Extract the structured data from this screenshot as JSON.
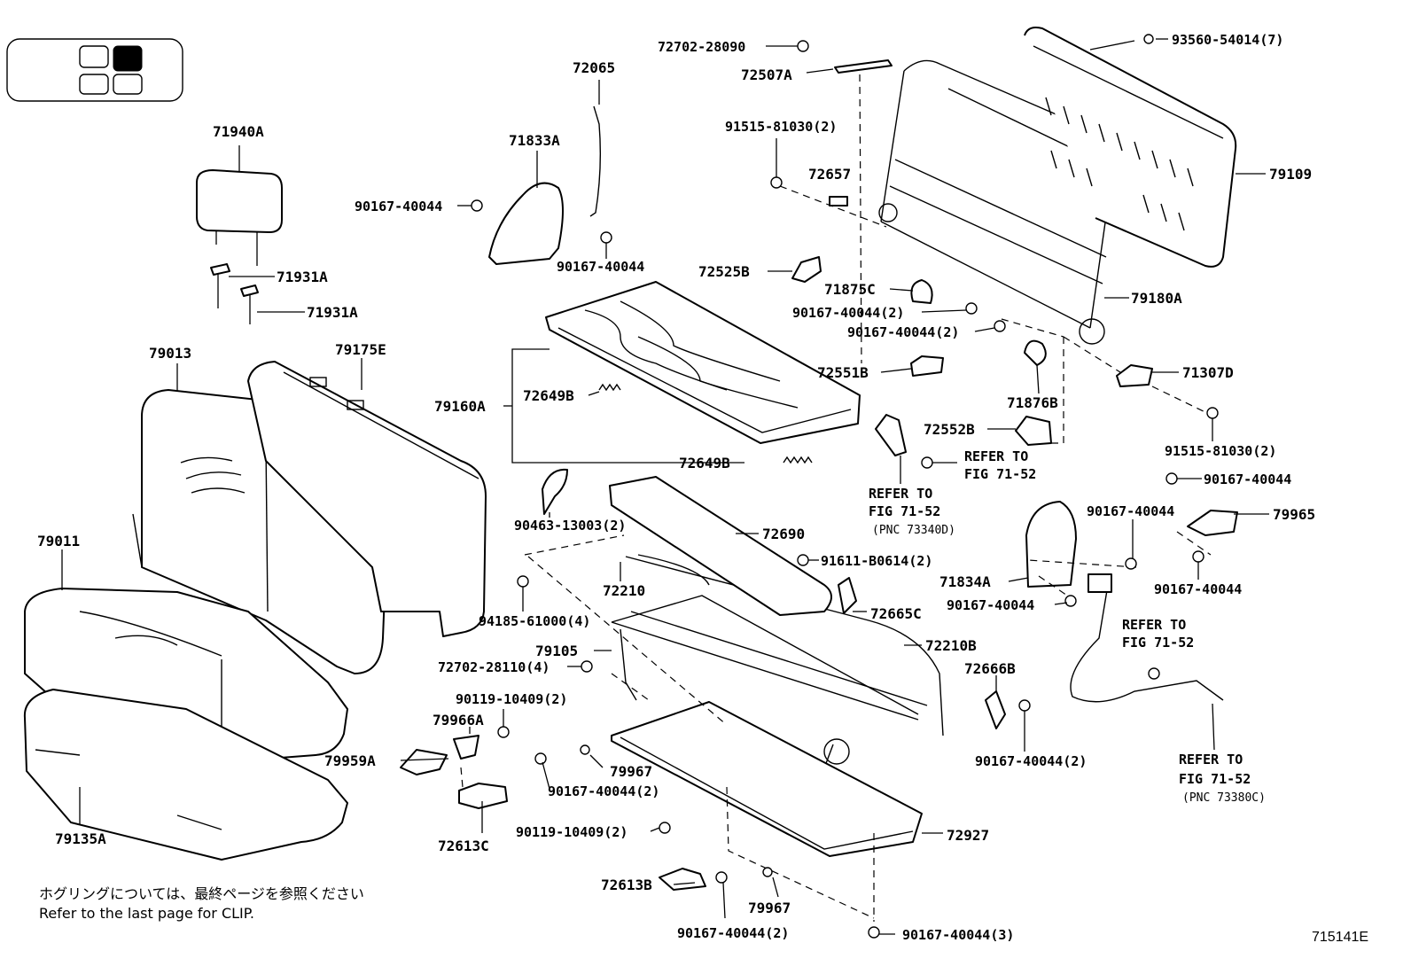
{
  "figure_code": "715141E",
  "note": {
    "jp": "ホグリングについては、最終ページを参照ください",
    "en": "Refer to the last page for CLIP."
  },
  "refs": {
    "r1": "REFER TO",
    "r1b": "FIG 71-52",
    "r2": "REFER TO",
    "r2b": "FIG 71-52",
    "r2c": "(PNC 73340D)",
    "r3": "REFER TO",
    "r3b": "FIG 71-52",
    "r4": "REFER TO",
    "r4b": "FIG 71-52",
    "r4c": "(PNC 73380C)"
  },
  "parts": {
    "p71940A": "71940A",
    "p71931A_1": "71931A",
    "p71931A_2": "71931A",
    "p79013": "79013",
    "p79175E": "79175E",
    "p79011": "79011",
    "p79135A": "79135A",
    "p79959A": "79959A",
    "p79966A": "79966A",
    "p72613C": "72613C",
    "p72613B": "72613B",
    "p72065": "72065",
    "p71833A": "71833A",
    "p90167_a": "90167-40044",
    "p90167_b": "90167-40044",
    "p72702_28090": "72702-28090",
    "p72507A": "72507A",
    "p91515_1": "91515-81030(2)",
    "p72657": "72657",
    "p72525B": "72525B",
    "p71875C": "71875C",
    "p90167_c": "90167-40044(2)",
    "p90167_d": "90167-40044(2)",
    "p93560": "93560-54014(7)",
    "p79109": "79109",
    "p79180A": "79180A",
    "p72551B": "72551B",
    "p71876B": "71876B",
    "p71307D": "71307D",
    "p91515_2": "91515-81030(2)",
    "p72552B": "72552B",
    "p79160A": "79160A",
    "p72649B_1": "72649B",
    "p72649B_2": "72649B",
    "p90463": "90463-13003(2)",
    "p72690": "72690",
    "p91611": "91611-B0614(2)",
    "p72210": "72210",
    "p94185": "94185-61000(4)",
    "p72665C": "72665C",
    "p79105": "79105",
    "p72210B": "72210B",
    "p72702_28110": "72702-28110(4)",
    "p90119_1": "90119-10409(2)",
    "p79967_1": "79967",
    "p90167_e": "90167-40044(2)",
    "p90119_2": "90119-10409(2)",
    "p79967_2": "79967",
    "p90167_f": "90167-40044(2)",
    "p90167_g": "90167-40044(3)",
    "p72927": "72927",
    "p72666B": "72666B",
    "p90167_h": "90167-40044(2)",
    "p90167_i": "90167-40044",
    "p79965": "79965",
    "p90167_j": "90167-40044",
    "p90167_k": "90167-40044",
    "p71834A": "71834A",
    "p90167_l": "90167-40044"
  }
}
